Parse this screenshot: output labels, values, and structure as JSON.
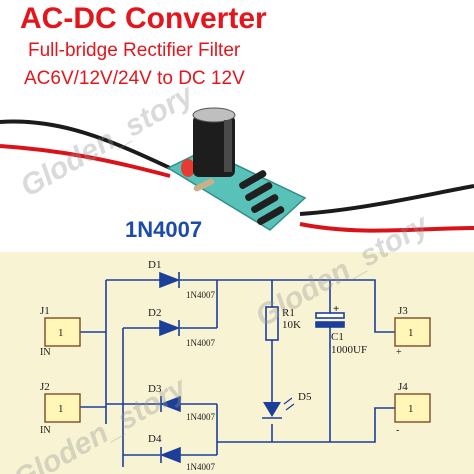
{
  "photo": {
    "title": "AC-DC Converter",
    "subtitle": "Full-bridge Rectifier Filter",
    "spec": "AC6V/12V/24V to DC 12V",
    "part_label": "1N4007"
  },
  "watermark": "Gloden_story",
  "schematic": {
    "j1": {
      "label": "J1",
      "pin": "1",
      "name": "IN"
    },
    "j2": {
      "label": "J2",
      "pin": "1",
      "name": "IN"
    },
    "j3": {
      "label": "J3",
      "pin": "1",
      "polarity": "+"
    },
    "j4": {
      "label": "J4",
      "pin": "1",
      "polarity": "-"
    },
    "d1": {
      "label": "D1",
      "part": "1N4007"
    },
    "d2": {
      "label": "D2",
      "part": "1N4007"
    },
    "d3": {
      "label": "D3",
      "part": "1N4007"
    },
    "d4": {
      "label": "D4",
      "part": "1N4007"
    },
    "r1": {
      "label": "R1",
      "value": "10K"
    },
    "c1": {
      "label": "C1",
      "value": "1000UF",
      "polarity": "+"
    },
    "d5": {
      "label": "D5"
    }
  },
  "colors": {
    "heading_red": "#e4161d",
    "part_blue": "#1e4aa8",
    "schematic_bg": "#f8f3d3",
    "wire_blue": "#1c3f9a",
    "pcb_teal": "#58c1b8"
  }
}
